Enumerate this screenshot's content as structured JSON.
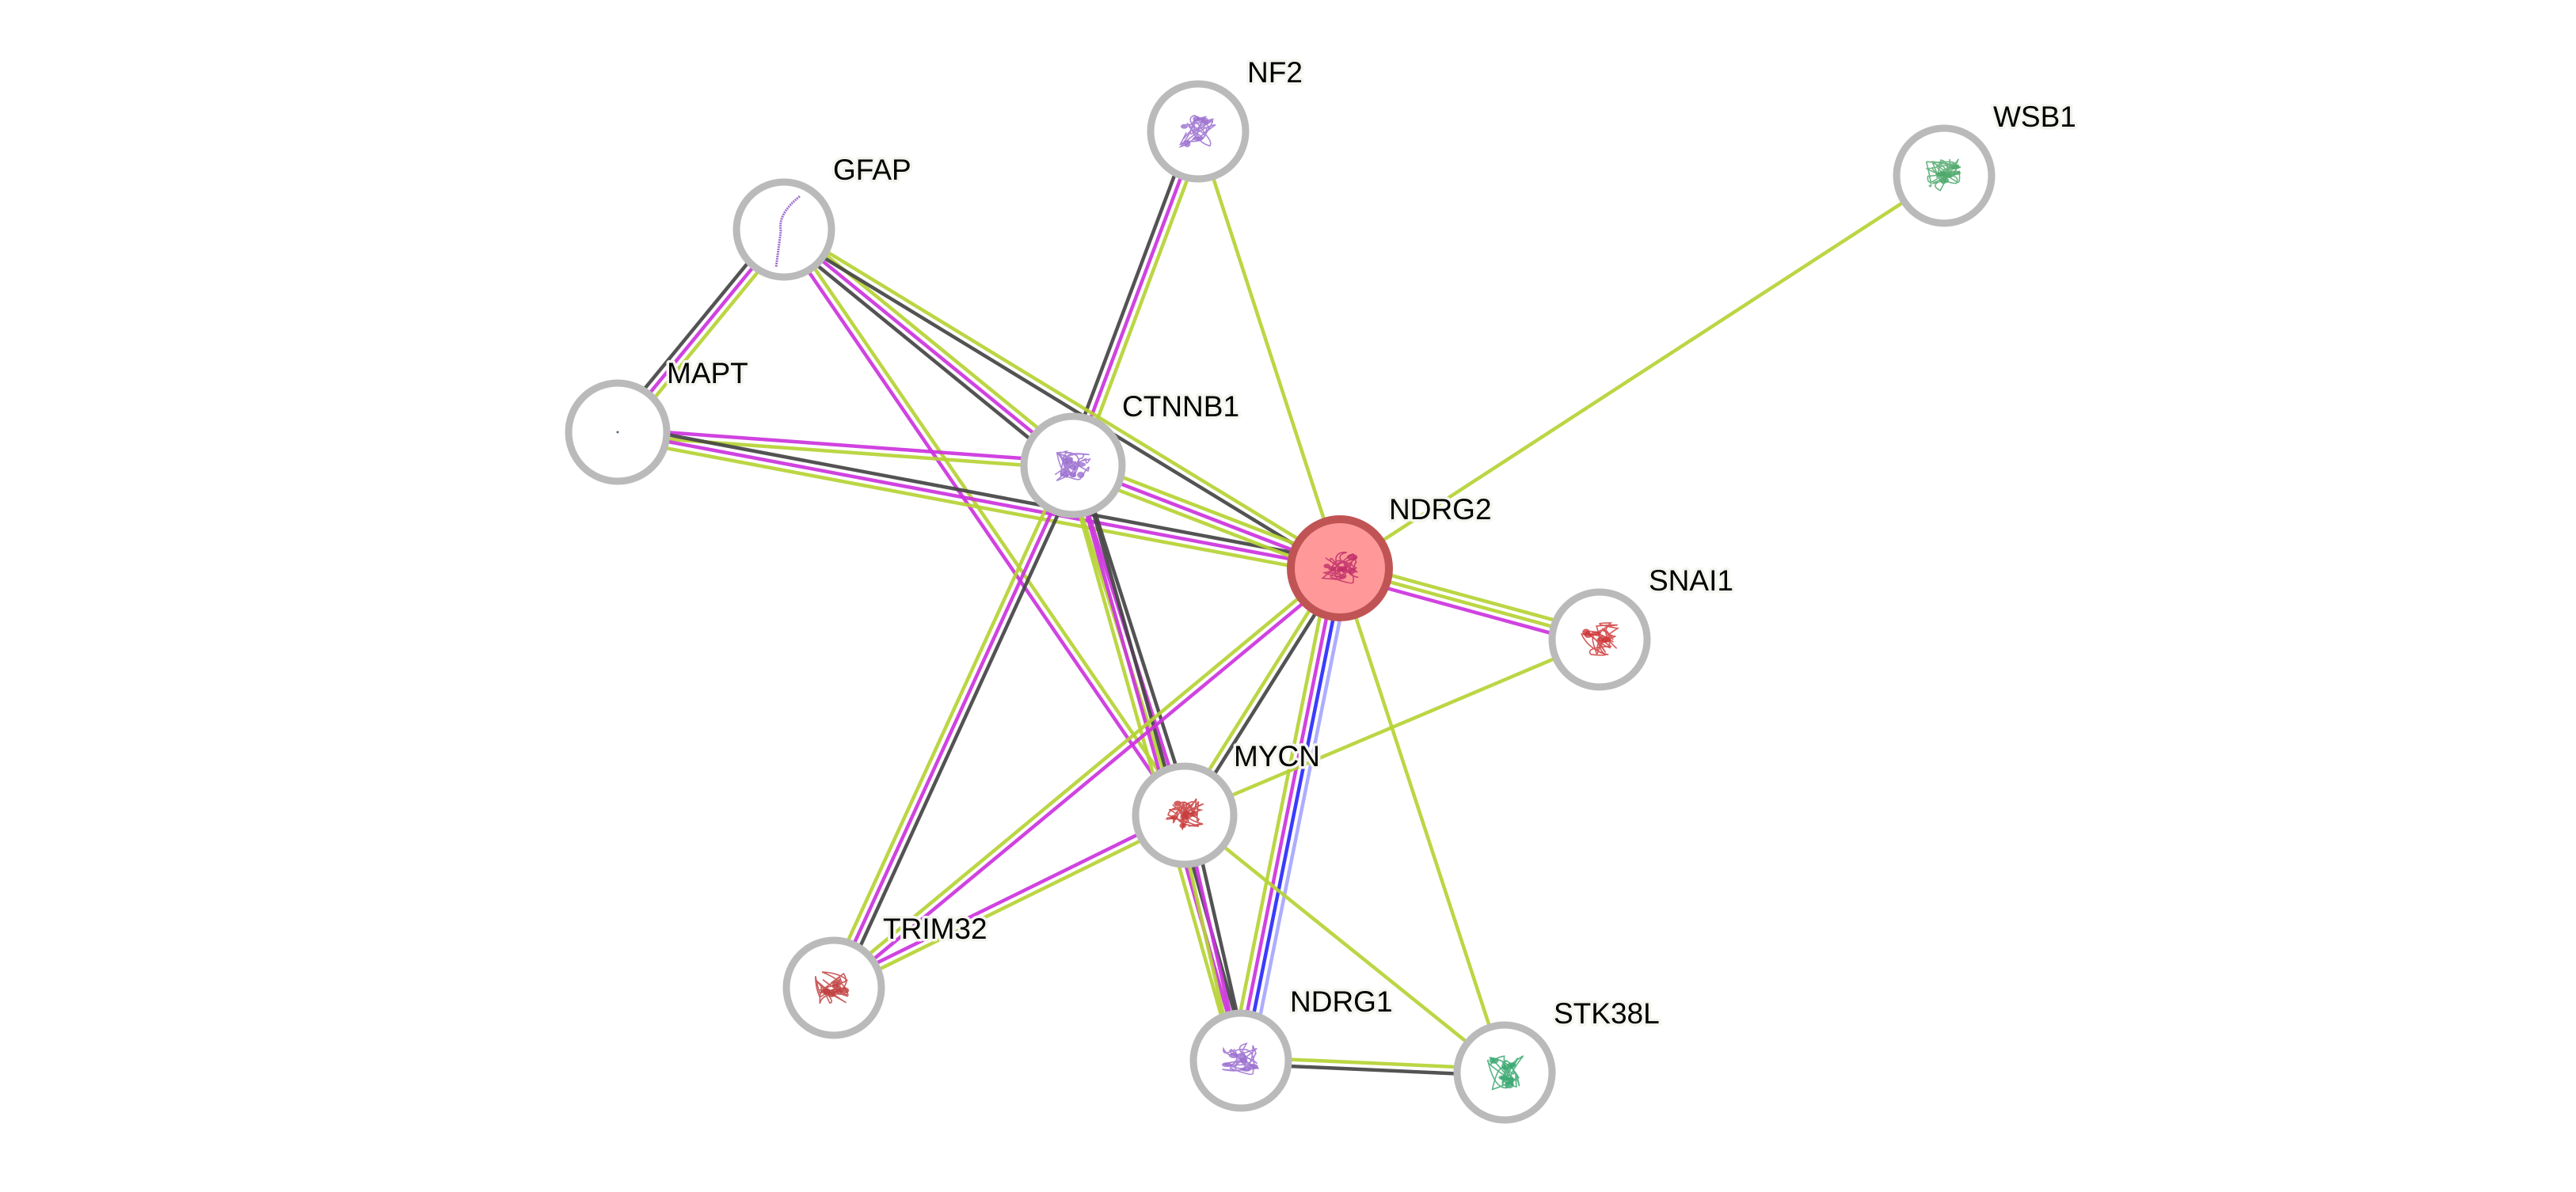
{
  "title": "Protein interaction network",
  "evidence_colors": {
    "textmining": "#b5d334",
    "coexpression": "#444444",
    "experiments": "#cc33dd",
    "database": "#2a2aff",
    "homology": "#a6a6ff"
  },
  "nodes": [
    {
      "id": "NF2",
      "label": "NF2",
      "query": false,
      "structure_color": "#9b6fcf"
    },
    {
      "id": "GFAP",
      "label": "GFAP",
      "query": false,
      "structure_color": "#a070d0"
    },
    {
      "id": "WSB1",
      "label": "WSB1",
      "query": false,
      "structure_color": "#4fa86a"
    },
    {
      "id": "MAPT",
      "label": "MAPT",
      "query": false,
      "structure_color": "#4a6a8a"
    },
    {
      "id": "CTNNB1",
      "label": "CTNNB1",
      "query": false,
      "structure_color": "#9b6fcf"
    },
    {
      "id": "NDRG2",
      "label": "NDRG2",
      "query": true,
      "structure_color": "#c0306a"
    },
    {
      "id": "SNAI1",
      "label": "SNAI1",
      "query": false,
      "structure_color": "#d03a3a"
    },
    {
      "id": "MYCN",
      "label": "MYCN",
      "query": false,
      "structure_color": "#c83a3a"
    },
    {
      "id": "TRIM32",
      "label": "TRIM32",
      "query": false,
      "structure_color": "#c04040"
    },
    {
      "id": "NDRG1",
      "label": "NDRG1",
      "query": false,
      "structure_color": "#9b6fcf"
    },
    {
      "id": "STK38L",
      "label": "STK38L",
      "query": false,
      "structure_color": "#3aa870"
    }
  ],
  "edges": [
    {
      "source": "NF2",
      "target": "CTNNB1",
      "evidence": [
        "textmining",
        "experiments",
        "coexpression"
      ]
    },
    {
      "source": "NF2",
      "target": "NDRG2",
      "evidence": [
        "textmining"
      ]
    },
    {
      "source": "WSB1",
      "target": "NDRG2",
      "evidence": [
        "textmining"
      ]
    },
    {
      "source": "GFAP",
      "target": "MAPT",
      "evidence": [
        "textmining",
        "experiments",
        "coexpression"
      ]
    },
    {
      "source": "GFAP",
      "target": "CTNNB1",
      "evidence": [
        "textmining",
        "experiments",
        "coexpression"
      ]
    },
    {
      "source": "GFAP",
      "target": "NDRG2",
      "evidence": [
        "textmining",
        "coexpression"
      ]
    },
    {
      "source": "GFAP",
      "target": "MYCN",
      "evidence": [
        "textmining",
        "experiments"
      ]
    },
    {
      "source": "MAPT",
      "target": "CTNNB1",
      "evidence": [
        "experiments",
        "textmining"
      ]
    },
    {
      "source": "MAPT",
      "target": "NDRG2",
      "evidence": [
        "coexpression",
        "experiments",
        "textmining"
      ]
    },
    {
      "source": "CTNNB1",
      "target": "NDRG2",
      "evidence": [
        "textmining",
        "experiments",
        "textmining"
      ]
    },
    {
      "source": "CTNNB1",
      "target": "MYCN",
      "evidence": [
        "coexpression",
        "experiments",
        "textmining"
      ]
    },
    {
      "source": "CTNNB1",
      "target": "TRIM32",
      "evidence": [
        "coexpression",
        "experiments",
        "textmining"
      ]
    },
    {
      "source": "CTNNB1",
      "target": "NDRG1",
      "evidence": [
        "coexpression",
        "experiments",
        "textmining"
      ]
    },
    {
      "source": "NDRG2",
      "target": "SNAI1",
      "evidence": [
        "textmining",
        "textmining",
        "experiments"
      ]
    },
    {
      "source": "NDRG2",
      "target": "MYCN",
      "evidence": [
        "coexpression",
        "textmining"
      ]
    },
    {
      "source": "NDRG2",
      "target": "TRIM32",
      "evidence": [
        "experiments",
        "textmining"
      ]
    },
    {
      "source": "NDRG2",
      "target": "NDRG1",
      "evidence": [
        "homology",
        "database",
        "experiments",
        "textmining"
      ]
    },
    {
      "source": "NDRG2",
      "target": "STK38L",
      "evidence": [
        "textmining"
      ]
    },
    {
      "source": "SNAI1",
      "target": "MYCN",
      "evidence": [
        "textmining"
      ]
    },
    {
      "source": "MYCN",
      "target": "TRIM32",
      "evidence": [
        "textmining",
        "experiments"
      ]
    },
    {
      "source": "MYCN",
      "target": "NDRG1",
      "evidence": [
        "coexpression",
        "experiments",
        "textmining"
      ]
    },
    {
      "source": "MYCN",
      "target": "STK38L",
      "evidence": [
        "textmining"
      ]
    },
    {
      "source": "NDRG1",
      "target": "STK38L",
      "evidence": [
        "textmining",
        "coexpression"
      ]
    }
  ]
}
